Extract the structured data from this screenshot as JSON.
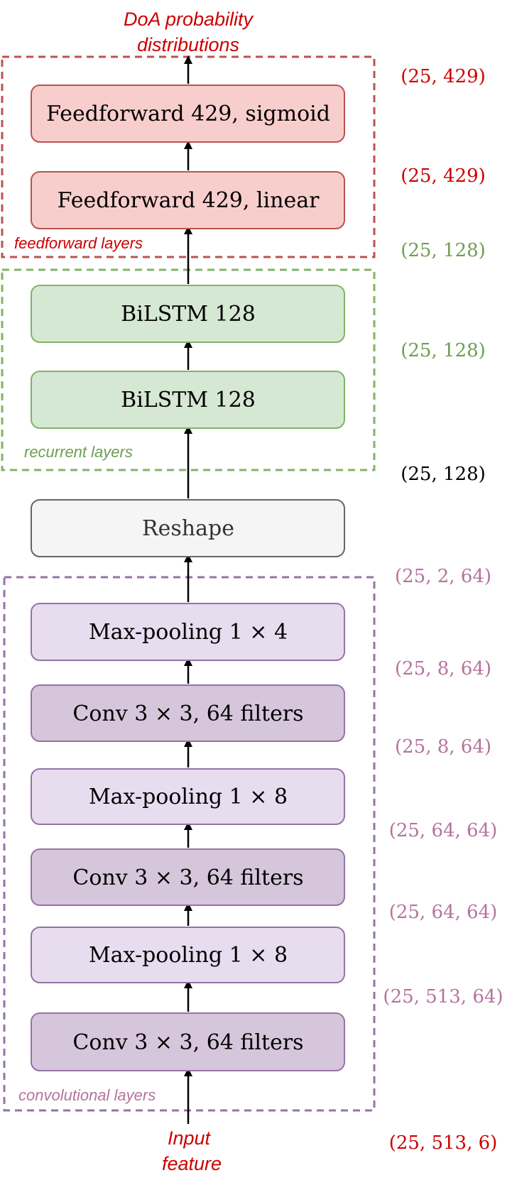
{
  "title": [
    "DoA probability",
    "distributions"
  ],
  "input_label": [
    "Input",
    "feature"
  ],
  "groups": {
    "feedforward": "feedforward layers",
    "recurrent": "recurrent layers",
    "convolutional": "convolutional layers"
  },
  "layers": [
    "Feedforward 429, sigmoid",
    "Feedforward 429, linear",
    "BiLSTM 128",
    "BiLSTM 128",
    "Reshape",
    "Max-pooling 1 × 4",
    "Conv 3 × 3, 64 filters",
    "Max-pooling 1 × 8",
    "Conv 3 × 3, 64 filters",
    "Max-pooling 1 × 8",
    "Conv 3 × 3, 64 filters"
  ],
  "shapes": [
    "(25, 429)",
    "(25, 429)",
    "(25, 128)",
    "(25, 128)",
    "(25, 128)",
    "(25, 2, 64)",
    "(25, 8, 64)",
    "(25, 8, 64)",
    "(25, 64, 64)",
    "(25, 64, 64)",
    "(25, 513, 64)",
    "(25, 513, 6)"
  ],
  "colors": {
    "feedforward_fill": "#f8cecc",
    "feedforward_stroke": "#b85450",
    "recurrent_fill": "#d5e8d4",
    "recurrent_stroke": "#82b366",
    "reshape_fill": "#f5f5f5",
    "reshape_stroke": "#666666",
    "pool_fill": "#e8dcef",
    "conv_fill": "#d5c6dc",
    "conv_stroke": "#9673a6",
    "red_text": "#cc0000",
    "green_text": "#6d9e52",
    "purple_text": "#b5739d",
    "arrow": "#000000"
  }
}
